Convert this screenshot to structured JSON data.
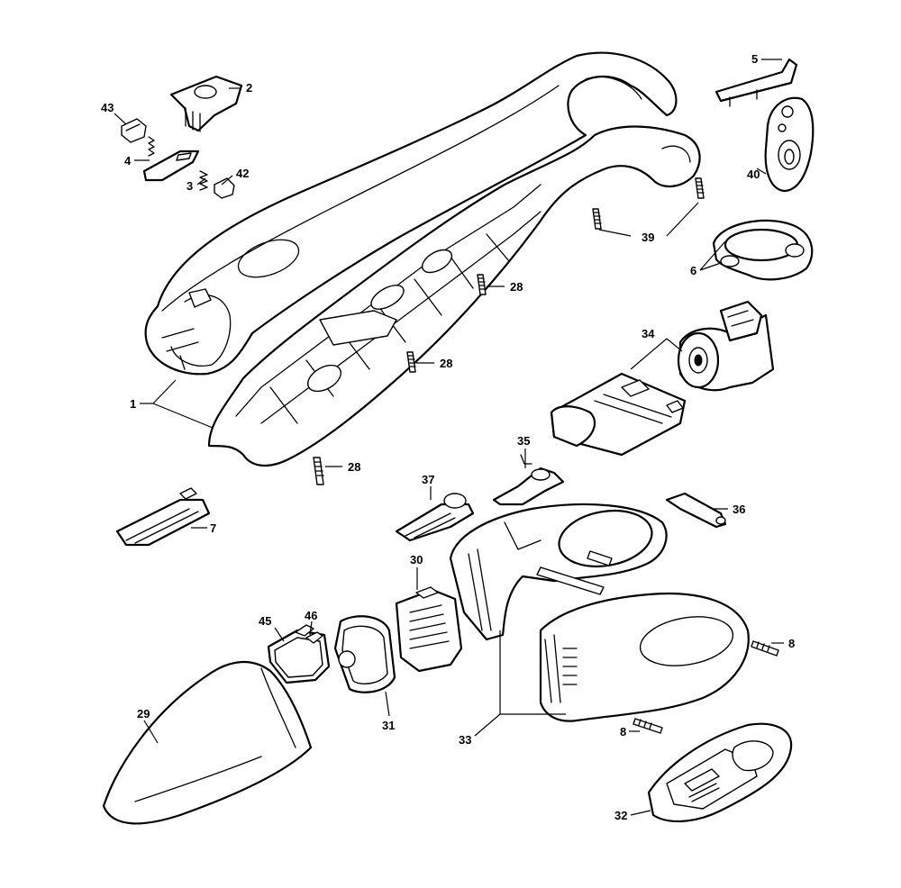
{
  "diagram": {
    "callouts": {
      "c1": "1",
      "c2": "2",
      "c3": "3",
      "c4": "4",
      "c5": "5",
      "c6": "6",
      "c7": "7",
      "c8a": "8",
      "c8b": "8",
      "c28a": "28",
      "c28b": "28",
      "c28c": "28",
      "c29": "29",
      "c30": "30",
      "c31": "31",
      "c32": "32",
      "c33": "33",
      "c34": "34",
      "c35": "35",
      "c36": "36",
      "c37": "37",
      "c39": "39",
      "c40": "40",
      "c42": "42",
      "c43": "43",
      "c45": "45",
      "c46": "46"
    }
  }
}
